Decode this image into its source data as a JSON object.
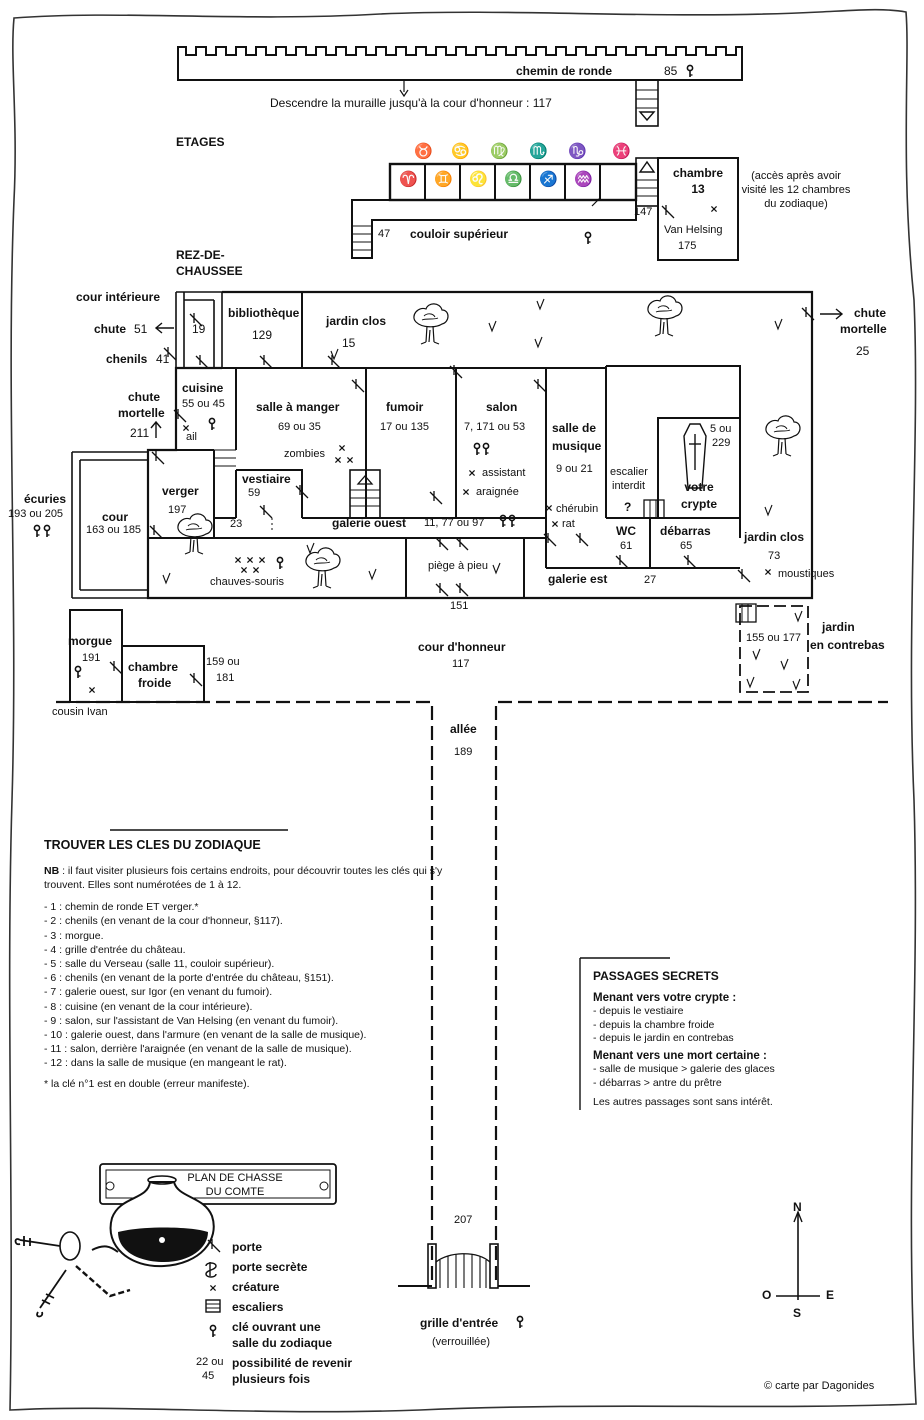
{
  "map_title": {
    "line1": "PLAN DE CHASSE",
    "line2": "DU COMTE"
  },
  "top": {
    "chemin_de_ronde": "chemin de ronde",
    "chemin_num": "85",
    "descendre": "Descendre la muraille jusqu'à la cour d'honneur : 117",
    "etages": "ETAGES"
  },
  "zodiac_row_top": [
    "♉",
    "♋",
    "♍",
    "♏",
    "♑",
    "♓"
  ],
  "zodiac_row_bottom": [
    "♈",
    "♊",
    "♌",
    "♎",
    "♐",
    "♒"
  ],
  "upper": {
    "chambre_13_a": "chambre",
    "chambre_13_b": "13",
    "acces_a": "(accès après avoir",
    "acces_b": "visité les 12 chambres",
    "acces_c": "du zodiaque)",
    "n147": "147",
    "van_helsing": "Van Helsing",
    "n175": "175",
    "n47": "47",
    "couloir": "couloir supérieur"
  },
  "rdc": {
    "a": "REZ-DE-",
    "b": "CHAUSSEE"
  },
  "rooms": {
    "cour_interieure": "cour intérieure",
    "chute51": "chute",
    "n51": "51",
    "chenils": "chenils",
    "n41": "41",
    "n19": "19",
    "bibliotheque": "bibliothèque",
    "n129": "129",
    "jardin_clos_top": "jardin clos",
    "n15": "15",
    "chute_mortelle_right_a": "chute",
    "chute_mortelle_right_b": "mortelle",
    "n25": "25",
    "chute_mortelle_left_a": "chute",
    "chute_mortelle_left_b": "mortelle",
    "n211": "211",
    "cuisine": "cuisine",
    "n55": "55 ou 45",
    "ail": "ail",
    "salle_a_manger": "salle à manger",
    "n69": "69 ou 35",
    "zombies": "zombies",
    "fumoir": "fumoir",
    "n17": "17 ou 135",
    "salon": "salon",
    "n7": "7, 171 ou 53",
    "assistant": "assistant",
    "araignee": "araignée",
    "salle_musique_a": "salle de",
    "salle_musique_b": "musique",
    "n9": "9 ou 21",
    "cherubin": "chérubin",
    "rat": "rat",
    "escalier_interdit_a": "escalier",
    "escalier_interdit_b": "interdit",
    "question": "?",
    "n5": "5 ou",
    "n229": "229",
    "votre_crypte_a": "votre",
    "votre_crypte_b": "crypte",
    "ecuries": "écuries",
    "n193": "193 ou 205",
    "cour": "cour",
    "n163": "163 ou 185",
    "verger": "verger",
    "n197": "197",
    "vestiaire": "vestiaire",
    "n59": "59",
    "n23": "23",
    "galerie_ouest": "galerie ouest",
    "n11": "11, 77 ou 97",
    "wc": "WC",
    "n61": "61",
    "debarras": "débarras",
    "n65": "65",
    "jardin_clos_right": "jardin clos",
    "n73": "73",
    "moustiques": "moustiques",
    "chauves_souris": "chauves-souris",
    "piege": "piège à pieu",
    "galerie_est": "galerie est",
    "n27": "27",
    "n151": "151",
    "morgue": "morgue",
    "n191": "191",
    "cousin": "cousin Ivan",
    "chambre_froide_a": "chambre",
    "chambre_froide_b": "froide",
    "n159": "159 ou",
    "n181": "181",
    "cour_honneur": "cour d'honneur",
    "n117": "117",
    "jardin_contrebas_a": "jardin",
    "jardin_contrebas_b": "en contrebas",
    "n155": "155 ou 177",
    "allee": "allée",
    "n189": "189",
    "n207": "207",
    "grille": "grille d'entrée",
    "verrouillee": "(verrouillée)"
  },
  "zodiac_keys": {
    "title": "TROUVER LES CLES DU ZODIAQUE",
    "nb_label": "NB",
    "nb_text": " : il faut visiter plusieurs fois certains endroits, pour découvrir toutes les clés qui s'y trouvent. Elles sont numérotées de 1 à 12.",
    "items": [
      "- 1 : chemin de ronde ET verger.*",
      "- 2 : chenils (en venant de la cour d'honneur, §117).",
      "- 3 : morgue.",
      "- 4 : grille d'entrée du château.",
      "- 5 : salle du Verseau (salle 11, couloir supérieur).",
      "- 6 : chenils (en venant de la porte d'entrée du château, §151).",
      "- 7 : galerie ouest, sur Igor (en venant du fumoir).",
      "- 8 : cuisine (en venant de la cour intérieure).",
      "- 9 : salon, sur l'assistant de Van Helsing (en venant du fumoir).",
      "- 10 : galerie ouest, dans l'armure (en venant de la salle de musique).",
      "- 11 : salon, derrière l'araignée (en venant de la salle de musique).",
      "- 12 : dans la salle de musique (en mangeant le rat)."
    ],
    "footnote": "* la clé n°1 est en double (erreur manifeste)."
  },
  "secret": {
    "title": "PASSAGES SECRETS",
    "crypte_title": "Menant vers votre crypte :",
    "crypte_items": [
      "- depuis le vestiaire",
      "- depuis la chambre froide",
      "- depuis le jardin en contrebas"
    ],
    "mort_title": "Menant vers une mort certaine :",
    "mort_items": [
      "- salle de musique > galerie des glaces",
      "- débarras > antre du prêtre"
    ],
    "autres": "Les autres passages sont sans intérêt."
  },
  "legend": {
    "porte": "porte",
    "porte_secrete": "porte secrète",
    "creature": "créature",
    "escaliers": "escaliers",
    "cle_a": "clé ouvrant une",
    "cle_b": "salle du zodiaque",
    "num_a": "22 ou",
    "num_b": "45",
    "possib_a": "possibilité de revenir",
    "possib_b": "plusieurs fois"
  },
  "compass": {
    "n": "N",
    "s": "S",
    "e": "E",
    "o": "O"
  },
  "credit": "© carte par Dagonides"
}
